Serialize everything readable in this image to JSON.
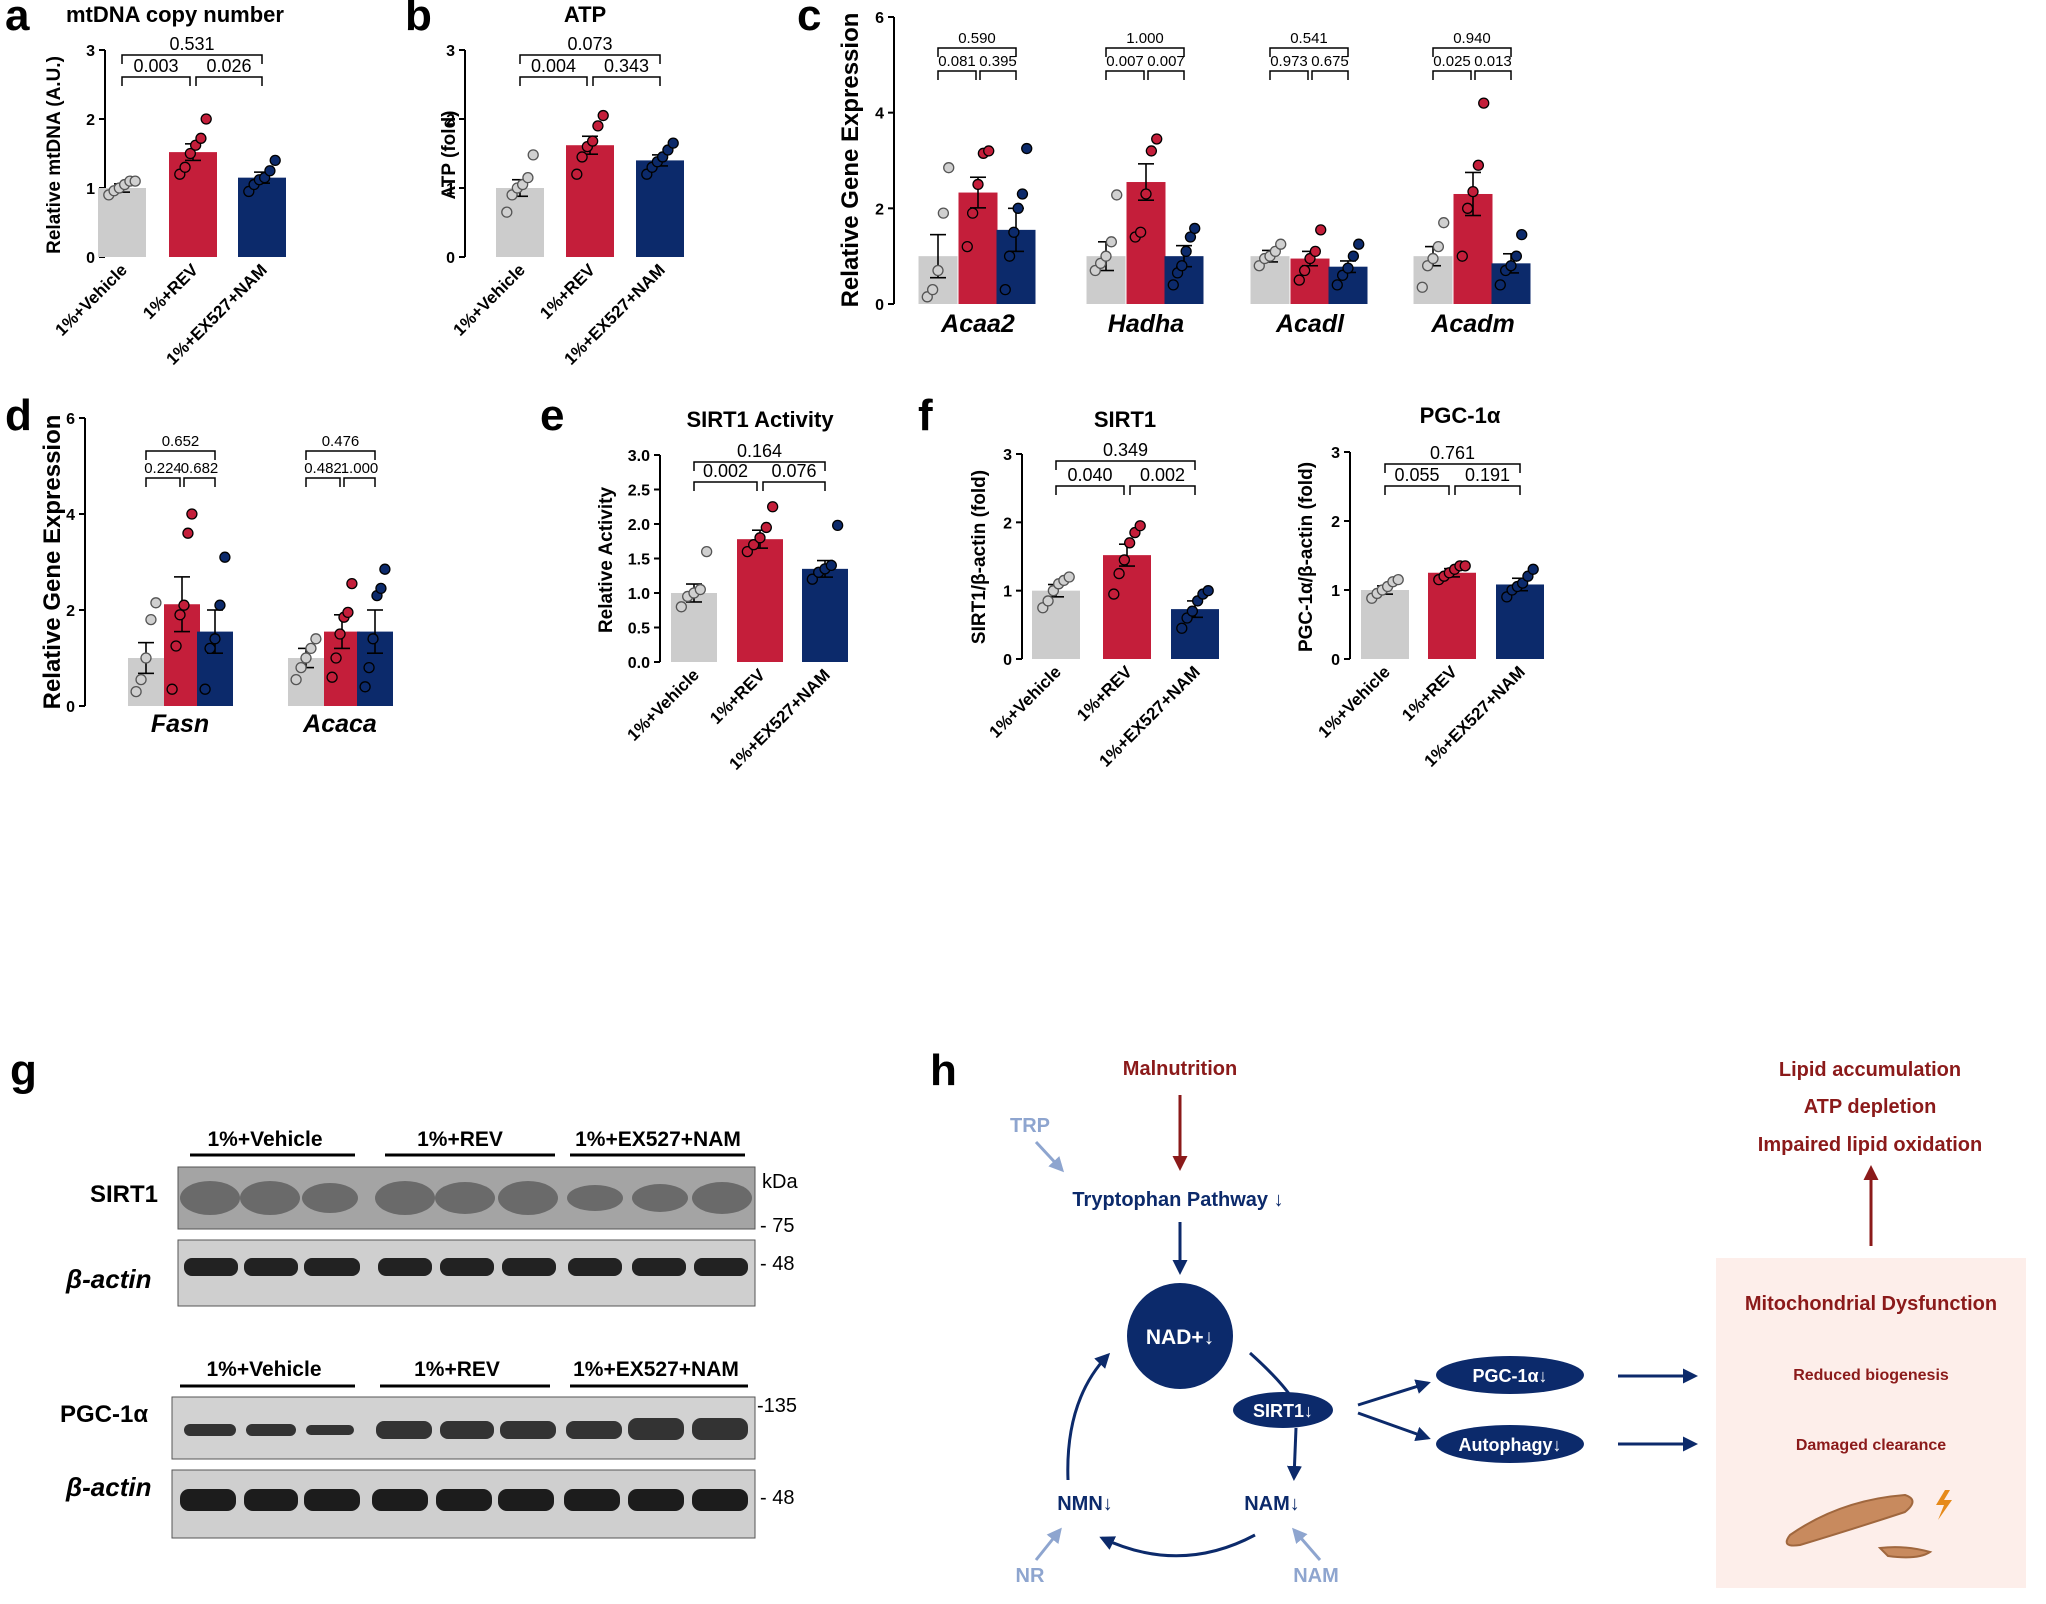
{
  "colors": {
    "vehicle": "#cccccc",
    "rev": "#c41e3a",
    "nam": "#0c2a6b",
    "axis": "#000000",
    "dark_red": "#8b1a1a",
    "navy": "#0c2a6b",
    "light_blue": "#8ea5cf",
    "box_fill": "#fdeeea"
  },
  "groups": [
    "1%+Vehicle",
    "1%+REV",
    "1%+EX527+NAM"
  ],
  "chart_data": [
    {
      "id": "a",
      "letter": "a",
      "type": "bar",
      "title": "mtDNA copy number",
      "xlabel": "",
      "ylabel": "Relative mtDNA (A.U.)",
      "ylim": [
        0,
        3
      ],
      "yticks": [
        "0",
        "1",
        "2",
        "3"
      ],
      "grid": false,
      "legend": "none",
      "categories": [
        "1%+Vehicle",
        "1%+REV",
        "1%+EX527+NAM"
      ],
      "values": [
        1.0,
        1.52,
        1.15
      ],
      "errors": [
        0.06,
        0.12,
        0.08
      ],
      "points": [
        [
          0.9,
          0.96,
          1.0,
          1.05,
          1.1,
          1.1
        ],
        [
          1.2,
          1.3,
          1.5,
          1.62,
          1.72,
          2.0
        ],
        [
          0.95,
          1.05,
          1.12,
          1.15,
          1.25,
          1.4
        ]
      ],
      "pvalues": [
        {
          "label": "0.003",
          "from": 0,
          "to": 1
        },
        {
          "label": "0.026",
          "from": 1,
          "to": 2
        },
        {
          "label": "0.531",
          "from": 0,
          "to": 2
        }
      ]
    },
    {
      "id": "b",
      "letter": "b",
      "type": "bar",
      "title": "ATP",
      "xlabel": "",
      "ylabel": "ATP (fold)",
      "ylim": [
        0,
        3
      ],
      "yticks": [
        "0",
        "1",
        "2",
        "3"
      ],
      "grid": false,
      "legend": "none",
      "categories": [
        "1%+Vehicle",
        "1%+REV",
        "1%+EX527+NAM"
      ],
      "values": [
        1.0,
        1.62,
        1.4
      ],
      "errors": [
        0.12,
        0.13,
        0.08
      ],
      "points": [
        [
          0.65,
          0.9,
          1.0,
          1.05,
          1.15,
          1.48
        ],
        [
          1.2,
          1.45,
          1.6,
          1.68,
          1.9,
          2.05
        ],
        [
          1.2,
          1.3,
          1.38,
          1.45,
          1.55,
          1.65
        ]
      ],
      "pvalues": [
        {
          "label": "0.004",
          "from": 0,
          "to": 1
        },
        {
          "label": "0.343",
          "from": 1,
          "to": 2
        },
        {
          "label": "0.073",
          "from": 0,
          "to": 2
        }
      ]
    },
    {
      "id": "c",
      "letter": "c",
      "type": "bar",
      "title": "",
      "xlabel": "",
      "ylabel": "Relative Gene Expression",
      "ylim": [
        0,
        6
      ],
      "yticks": [
        "0",
        "2",
        "4",
        "6"
      ],
      "grid": false,
      "legend": "none",
      "categories": [
        "Acaa2",
        "Hadha",
        "Acadl",
        "Acadm"
      ],
      "series": [
        {
          "group": 0,
          "values": [
            1.0,
            1.0,
            1.0,
            1.0
          ],
          "errors": [
            0.45,
            0.3,
            0.12,
            0.2
          ],
          "points": [
            [
              0.15,
              0.3,
              0.7,
              1.9,
              2.85
            ],
            [
              0.7,
              0.85,
              1.0,
              1.3,
              2.28
            ],
            [
              0.8,
              0.95,
              1.0,
              1.1,
              1.25
            ],
            [
              0.35,
              0.8,
              0.95,
              1.2,
              1.7
            ]
          ]
        },
        {
          "group": 1,
          "values": [
            2.33,
            2.55,
            0.95,
            2.3
          ],
          "errors": [
            0.32,
            0.38,
            0.15,
            0.45
          ],
          "points": [
            [
              1.2,
              1.9,
              2.5,
              3.15,
              3.2
            ],
            [
              1.4,
              1.5,
              2.3,
              3.2,
              3.45
            ],
            [
              0.5,
              0.7,
              0.95,
              1.1,
              1.55
            ],
            [
              1.0,
              2.0,
              2.35,
              2.9,
              4.2
            ]
          ]
        },
        {
          "group": 2,
          "values": [
            1.55,
            1.0,
            0.78,
            0.85
          ],
          "errors": [
            0.45,
            0.22,
            0.12,
            0.2
          ],
          "points": [
            [
              0.3,
              1.0,
              1.5,
              2.0,
              2.3,
              3.25
            ],
            [
              0.4,
              0.65,
              0.8,
              1.1,
              1.4,
              1.58
            ],
            [
              0.4,
              0.6,
              0.75,
              1.0,
              1.25
            ],
            [
              0.4,
              0.7,
              0.8,
              1.0,
              1.45
            ]
          ]
        }
      ],
      "pvalues": [
        [
          {
            "label": "0.081",
            "from": 0,
            "to": 1,
            "level": 0
          },
          {
            "label": "0.395",
            "from": 1,
            "to": 2,
            "level": 0
          },
          {
            "label": "0.590",
            "from": 0,
            "to": 2,
            "level": 1
          }
        ],
        [
          {
            "label": "0.007",
            "from": 0,
            "to": 1,
            "level": 0
          },
          {
            "label": "0.007",
            "from": 1,
            "to": 2,
            "level": 0
          },
          {
            "label": "1.000",
            "from": 0,
            "to": 2,
            "level": 1
          }
        ],
        [
          {
            "label": "0.973",
            "from": 0,
            "to": 1,
            "level": 0
          },
          {
            "label": "0.675",
            "from": 1,
            "to": 2,
            "level": 0
          },
          {
            "label": "0.541",
            "from": 0,
            "to": 2,
            "level": 1
          }
        ],
        [
          {
            "label": "0.025",
            "from": 0,
            "to": 1,
            "level": 0
          },
          {
            "label": "0.013",
            "from": 1,
            "to": 2,
            "level": 0
          },
          {
            "label": "0.940",
            "from": 0,
            "to": 2,
            "level": 1
          }
        ]
      ]
    },
    {
      "id": "d",
      "letter": "d",
      "type": "bar",
      "title": "",
      "xlabel": "",
      "ylabel": "Relative Gene Expression",
      "ylim": [
        0,
        6
      ],
      "yticks": [
        "0",
        "2",
        "4",
        "6"
      ],
      "grid": false,
      "legend": "none",
      "categories": [
        "Fasn",
        "Acaca"
      ],
      "series": [
        {
          "group": 0,
          "values": [
            1.0,
            1.0
          ],
          "errors": [
            0.32,
            0.2
          ],
          "points": [
            [
              0.3,
              0.55,
              1.0,
              1.8,
              2.15
            ],
            [
              0.55,
              0.8,
              1.0,
              1.2,
              1.4
            ]
          ]
        },
        {
          "group": 1,
          "values": [
            2.12,
            1.55
          ],
          "errors": [
            0.57,
            0.35
          ],
          "points": [
            [
              0.35,
              1.25,
              1.9,
              2.1,
              3.6,
              4.0
            ],
            [
              0.6,
              1.0,
              1.5,
              1.85,
              1.95,
              2.55
            ]
          ]
        },
        {
          "group": 2,
          "values": [
            1.55,
            1.55
          ],
          "errors": [
            0.45,
            0.45
          ],
          "points": [
            [
              0.35,
              1.2,
              1.4,
              2.1,
              3.1
            ],
            [
              0.4,
              0.8,
              1.4,
              2.3,
              2.45,
              2.85
            ]
          ]
        }
      ],
      "pvalues": [
        [
          {
            "label": "0.224",
            "from": 0,
            "to": 1,
            "level": 0
          },
          {
            "label": "0.682",
            "from": 1,
            "to": 2,
            "level": 0
          },
          {
            "label": "0.652",
            "from": 0,
            "to": 2,
            "level": 1
          }
        ],
        [
          {
            "label": "0.482",
            "from": 0,
            "to": 1,
            "level": 0
          },
          {
            "label": "1.000",
            "from": 1,
            "to": 2,
            "level": 0
          },
          {
            "label": "0.476",
            "from": 0,
            "to": 2,
            "level": 1
          }
        ]
      ]
    },
    {
      "id": "e",
      "letter": "e",
      "type": "bar",
      "title": "SIRT1 Activity",
      "xlabel": "",
      "ylabel": "Relative Activity",
      "ylim": [
        0,
        3
      ],
      "yticks": [
        "0.0",
        "0.5",
        "1.0",
        "1.5",
        "2.0",
        "2.5",
        "3.0"
      ],
      "grid": false,
      "legend": "none",
      "categories": [
        "1%+Vehicle",
        "1%+REV",
        "1%+EX527+NAM"
      ],
      "values": [
        1.0,
        1.78,
        1.35
      ],
      "errors": [
        0.13,
        0.13,
        0.12
      ],
      "points": [
        [
          0.8,
          0.95,
          1.0,
          1.05,
          1.6
        ],
        [
          1.6,
          1.7,
          1.8,
          1.95,
          2.25
        ],
        [
          1.2,
          1.3,
          1.35,
          1.4,
          1.98
        ]
      ],
      "pvalues": [
        {
          "label": "0.002",
          "from": 0,
          "to": 1
        },
        {
          "label": "0.076",
          "from": 1,
          "to": 2
        },
        {
          "label": "0.164",
          "from": 0,
          "to": 2
        }
      ]
    },
    {
      "id": "f1",
      "letter": "f",
      "type": "bar",
      "title": "SIRT1",
      "xlabel": "",
      "ylabel": "SIRT1/β-actin (fold)",
      "ylim": [
        0,
        3
      ],
      "yticks": [
        "0",
        "1",
        "2",
        "3"
      ],
      "grid": false,
      "legend": "none",
      "categories": [
        "1%+Vehicle",
        "1%+REV",
        "1%+EX527+NAM"
      ],
      "values": [
        1.0,
        1.52,
        0.73
      ],
      "errors": [
        0.09,
        0.16,
        0.12
      ],
      "points": [
        [
          0.75,
          0.85,
          1.0,
          1.1,
          1.15,
          1.2
        ],
        [
          0.95,
          1.25,
          1.45,
          1.7,
          1.85,
          1.95
        ],
        [
          0.45,
          0.6,
          0.7,
          0.85,
          0.95,
          1.0
        ]
      ],
      "pvalues": [
        {
          "label": "0.040",
          "from": 0,
          "to": 1
        },
        {
          "label": "0.002",
          "from": 1,
          "to": 2
        },
        {
          "label": "0.349",
          "from": 0,
          "to": 2
        }
      ]
    },
    {
      "id": "f2",
      "letter": "",
      "type": "bar",
      "title": "PGC-1α",
      "xlabel": "",
      "ylabel": "PGC-1α/β-actin (fold)",
      "ylim": [
        0,
        3
      ],
      "yticks": [
        "0",
        "1",
        "2",
        "3"
      ],
      "grid": false,
      "legend": "none",
      "categories": [
        "1%+Vehicle",
        "1%+REV",
        "1%+EX527+NAM"
      ],
      "values": [
        1.0,
        1.25,
        1.08
      ],
      "errors": [
        0.06,
        0.06,
        0.09
      ],
      "points": [
        [
          0.88,
          0.95,
          1.0,
          1.05,
          1.12,
          1.15
        ],
        [
          1.15,
          1.2,
          1.25,
          1.3,
          1.35,
          1.35
        ],
        [
          0.9,
          1.0,
          1.05,
          1.1,
          1.2,
          1.3
        ]
      ],
      "pvalues": [
        {
          "label": "0.055",
          "from": 0,
          "to": 1
        },
        {
          "label": "0.191",
          "from": 1,
          "to": 2
        },
        {
          "label": "0.761",
          "from": 0,
          "to": 2
        }
      ]
    }
  ],
  "blot": {
    "letter": "g",
    "kda": "kDa",
    "panel1": {
      "groups": [
        "1%+Vehicle",
        "1%+REV",
        "1%+EX527+NAM"
      ],
      "rows": [
        {
          "label": "SIRT1",
          "marker": "- 75"
        },
        {
          "label": "β-actin",
          "marker": "- 48"
        }
      ]
    },
    "panel2": {
      "groups": [
        "1%+Vehicle",
        "1%+REV",
        "1%+EX527+NAM"
      ],
      "rows": [
        {
          "label": "PGC-1α",
          "marker": "-135"
        },
        {
          "label": "β-actin",
          "marker": "- 48"
        }
      ]
    }
  },
  "diagram": {
    "letter": "h",
    "malnutrition": "Malnutrition",
    "trp": "TRP",
    "tryptophan": "Tryptophan Pathway ↓",
    "nad": "NAD+↓",
    "sirt1": "SIRT1↓",
    "nmn": "NMN↓",
    "nam_node": "NAM↓",
    "nr": "NR",
    "nam_input": "NAM",
    "pgc": "PGC-1α↓",
    "autophagy": "Autophagy↓",
    "outcomes": [
      "Lipid accumulation",
      "ATP depletion",
      "Impaired lipid oxidation"
    ],
    "box_title": "Mitochondrial Dysfunction",
    "box_items": [
      "Reduced biogenesis",
      "Damaged clearance"
    ]
  }
}
